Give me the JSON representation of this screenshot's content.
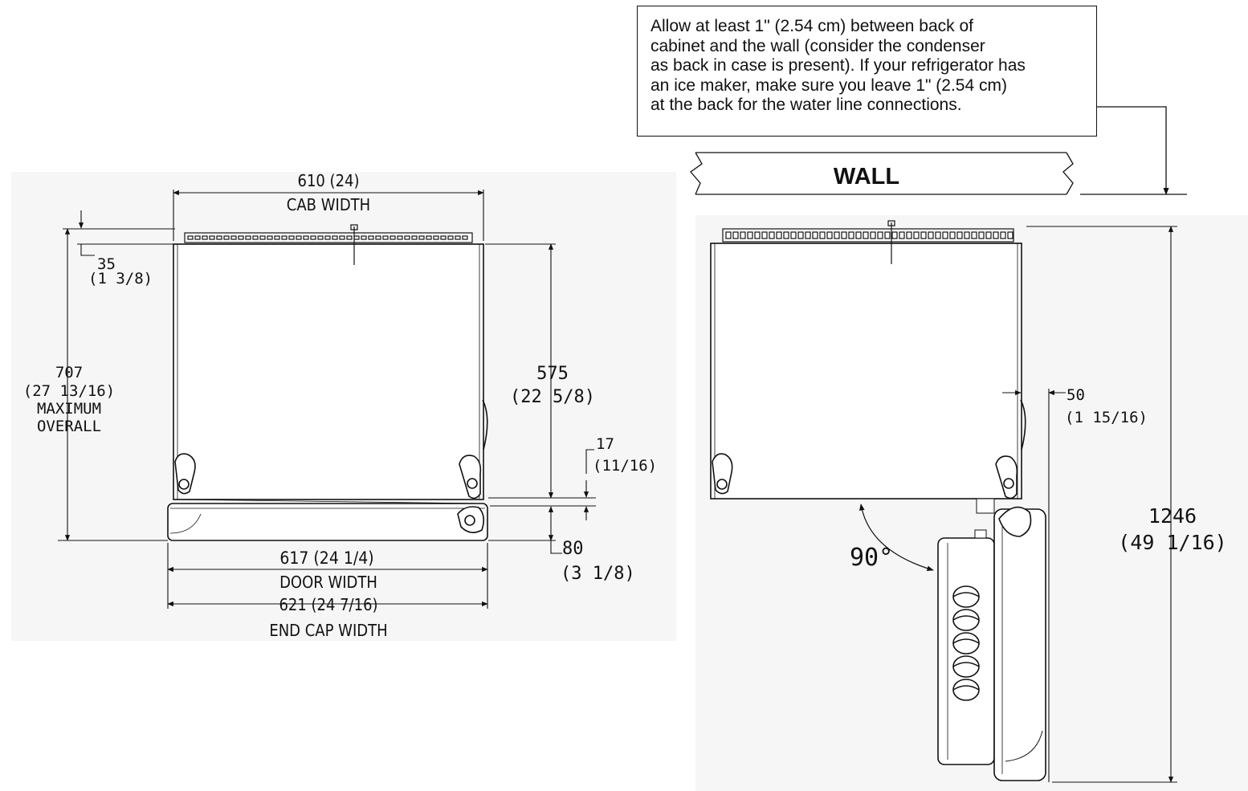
{
  "note": {
    "lines": [
      "Allow at least 1\" (2.54 cm) between back of",
      "cabinet and the wall (consider the condenser",
      "as back in case is present). If your refrigerator has",
      "an ice maker, make sure you leave 1\" (2.54 cm)",
      "at the back for the water line connections."
    ]
  },
  "wall_label": "WALL",
  "left_view": {
    "cab_width": "610 (24)",
    "cab_width_label": "CAB WIDTH",
    "top_offset": "35",
    "top_offset_in": "(1 3/8)",
    "overall_height": "707",
    "overall_height_in": "(27 13/16)",
    "overall_label_1": "MAXIMUM",
    "overall_label_2": "OVERALL",
    "body_height": "575",
    "body_height_in": "(22 5/8)",
    "gap": "17",
    "gap_in": "(11/16)",
    "door_depth": "80",
    "door_depth_in": "(3 1/8)",
    "door_width": "617 (24 1/4)",
    "door_width_label": "DOOR WIDTH",
    "end_cap_width": "621 (24 7/16)",
    "end_cap_label": "END CAP WIDTH"
  },
  "right_view": {
    "angle": "90°",
    "side_offset": "50",
    "side_offset_in": "(1 15/16)",
    "total_depth": "1246",
    "total_depth_in": "(49 1/16)"
  }
}
